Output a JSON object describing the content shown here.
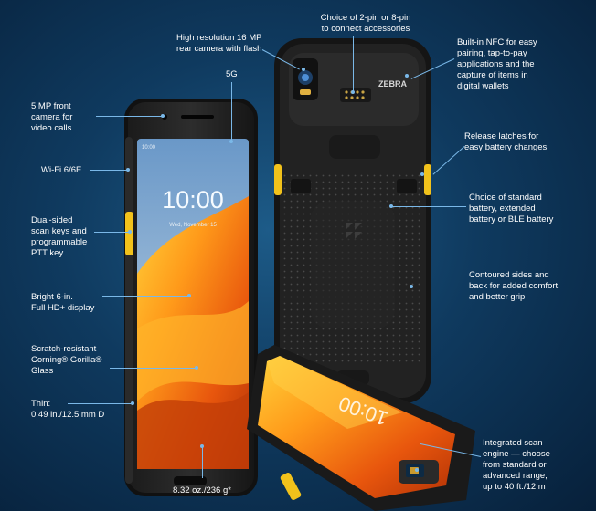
{
  "labels": {
    "front_camera": "5 MP front\ncamera for\nvideo calls",
    "wifi": "Wi-Fi 6/6E",
    "scan_keys": "Dual-sided\nscan keys and\nprogrammable\nPTT key",
    "display": "Bright 6-in.\nFull HD+ display",
    "glass": "Scratch-resistant\nCorning® Gorilla®\nGlass",
    "thin": "Thin:\n0.49 in./12.5 mm D",
    "rear_camera": "High resolution 16 MP\nrear camera with flash",
    "fiveg": "5G",
    "pins": "Choice of 2-pin or 8-pin\nto connect accessories",
    "nfc": "Built-in NFC for easy\npairing, tap-to-pay\napplications and the\ncapture of items in\ndigital wallets",
    "latches": "Release latches for\neasy battery changes",
    "battery": "Choice of standard\nbattery, extended\nbattery or BLE battery",
    "contoured": "Contoured sides and\nback for added comfort\nand better grip",
    "scan_engine": "Integrated scan\nengine — choose\nfrom standard or\nadvanced range,\nup to 40 ft./12 m",
    "weight": "8.32 oz./236 g*"
  },
  "screen": {
    "time": "10:00",
    "date": "Wed, November 15",
    "status_left": "10:00",
    "flipped_time": "10:00"
  },
  "brand": "ZEBRA",
  "colors": {
    "accent_yellow": "#f2c21b",
    "callout_line": "#7ab8e8"
  }
}
